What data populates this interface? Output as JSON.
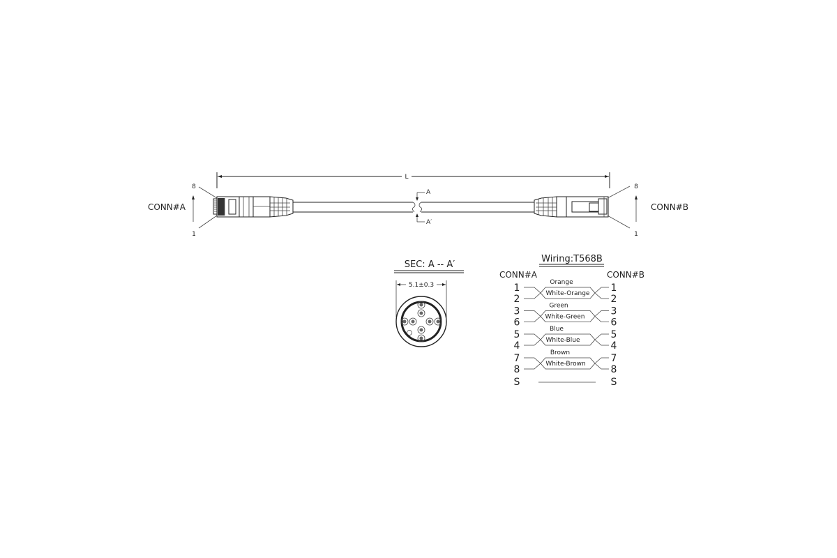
{
  "drawing": {
    "length_label": "L",
    "conn_a": {
      "label": "CONN#A",
      "pin_top": "8",
      "pin_bottom": "1"
    },
    "conn_b": {
      "label": "CONN#B",
      "pin_top": "8",
      "pin_bottom": "1"
    },
    "section_marks": {
      "top": "A",
      "bottom": "A′"
    }
  },
  "section": {
    "title": "SEC: A -- A′",
    "diameter": "5.1±0.3"
  },
  "wiring": {
    "title": "Wiring:T568B",
    "left_header": "CONN#A",
    "right_header": "CONN#B",
    "pairs": [
      {
        "color": "Orange",
        "twist_label": "White-Orange",
        "pins": [
          "1",
          "2"
        ]
      },
      {
        "color": "Green",
        "twist_label": "White-Green",
        "pins": [
          "3",
          "6"
        ]
      },
      {
        "color": "Blue",
        "twist_label": "White-Blue",
        "pins": [
          "5",
          "4"
        ]
      },
      {
        "color": "Brown",
        "twist_label": "White-Brown",
        "pins": [
          "7",
          "8"
        ]
      }
    ],
    "shield": {
      "left": "S",
      "right": "S"
    }
  }
}
